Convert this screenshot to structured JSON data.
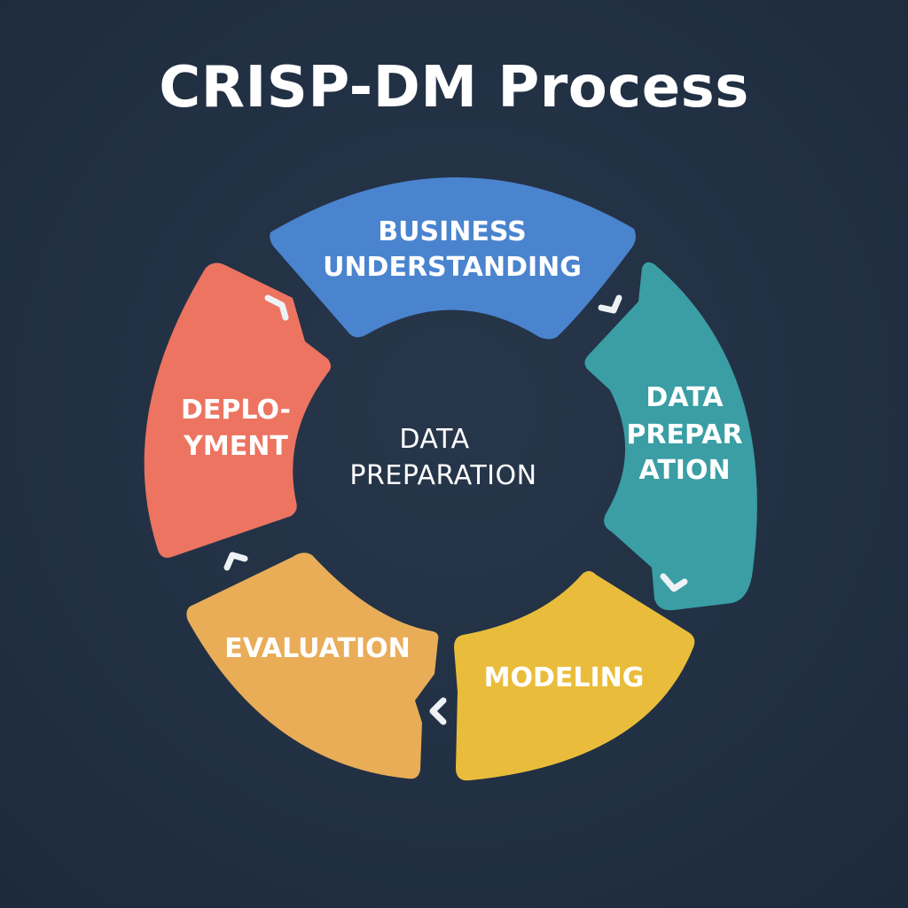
{
  "title": "CRISP-DM Process",
  "center": {
    "line1": "DATA",
    "line2": "PREPARATION"
  },
  "phases": [
    {
      "id": "business",
      "lines": [
        "BUSINESS",
        "UNDERSTANDING"
      ],
      "color": "#4a84cf"
    },
    {
      "id": "data-prep",
      "lines": [
        "DATA",
        "PREPAR",
        "ATION"
      ],
      "color": "#3a9ea4"
    },
    {
      "id": "modeling",
      "lines": [
        "MODELING"
      ],
      "color": "#e9bd3b"
    },
    {
      "id": "evaluation",
      "lines": [
        "EVALUATION"
      ],
      "color": "#e9ad58"
    },
    {
      "id": "deployment",
      "lines": [
        "DEPLO-",
        "YMENT"
      ],
      "color": "#ec7461"
    }
  ],
  "arrow_color": "#eef1f5"
}
